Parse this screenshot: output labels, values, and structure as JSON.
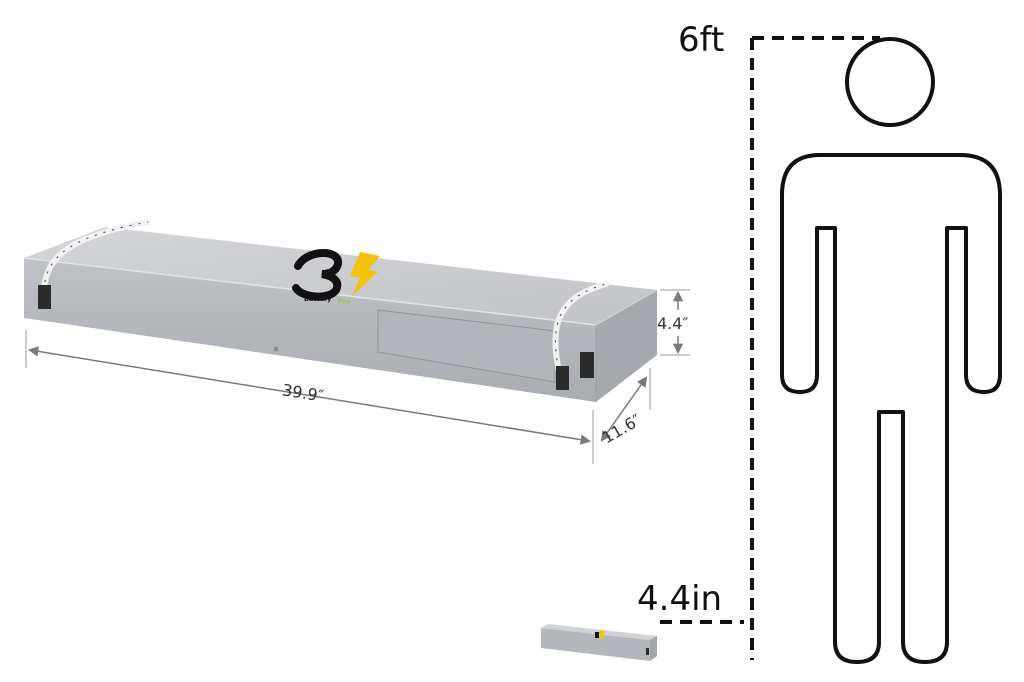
{
  "battery": {
    "brand_primary": "Battery",
    "brand_secondary": "Pro",
    "length_label": "39.9″",
    "width_label": "11.6″",
    "height_label": "4.4″"
  },
  "comparison": {
    "person_height_label": "6ft",
    "battery_height_label": "4.4in"
  },
  "colors": {
    "case_top": "#c9cbcf",
    "case_front": "#b5b8bc",
    "case_side": "#a6a9ad",
    "logo_yellow": "#f4c20d",
    "logo_green": "#9bc53d",
    "dimension_arrow": "#7a7a7a",
    "outline": "#111111"
  }
}
